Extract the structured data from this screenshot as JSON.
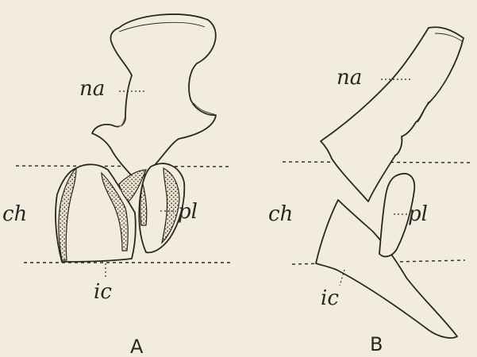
{
  "figure": {
    "panel_a": {
      "label": "A",
      "parts": {
        "na": "na",
        "ch": "ch",
        "pl": "pl",
        "ic": "ic"
      }
    },
    "panel_b": {
      "label": "B",
      "parts": {
        "na": "na",
        "ch": "ch",
        "pl": "pl",
        "ic": "ic"
      }
    }
  }
}
